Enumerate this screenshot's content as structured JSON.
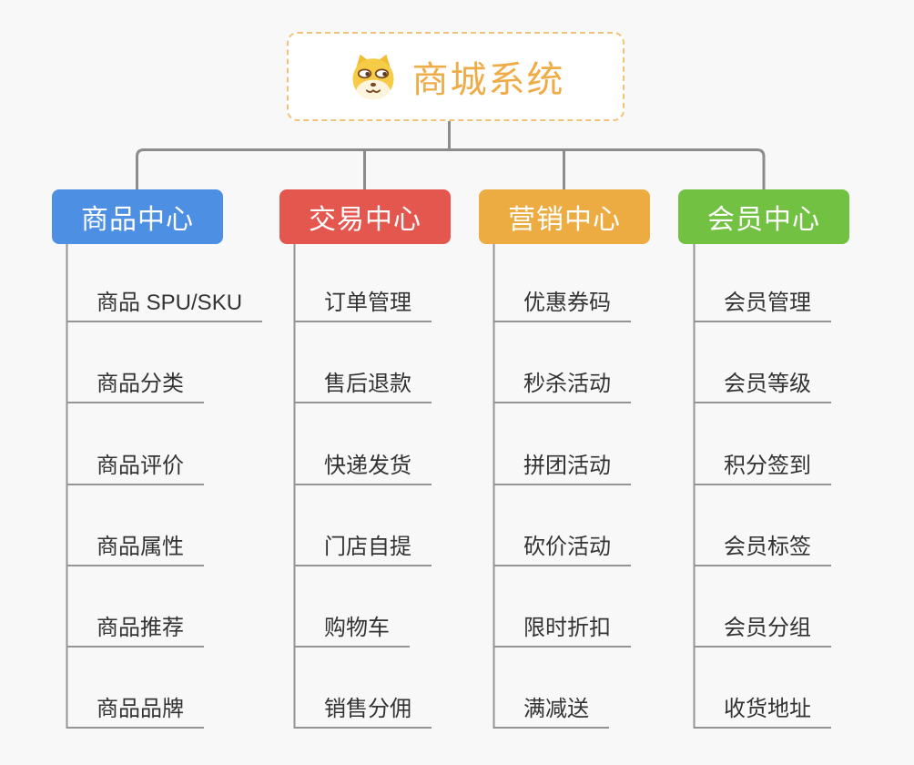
{
  "root": {
    "label": "商城系统",
    "icon": "dog-icon"
  },
  "branches": [
    {
      "label": "商品中心",
      "color": "#4D8FE2",
      "children": [
        "商品 SPU/SKU",
        "商品分类",
        "商品评价",
        "商品属性",
        "商品推荐",
        "商品品牌"
      ]
    },
    {
      "label": "交易中心",
      "color": "#E4574F",
      "children": [
        "订单管理",
        "售后退款",
        "快递发货",
        "门店自提",
        "购物车",
        "销售分佣"
      ]
    },
    {
      "label": "营销中心",
      "color": "#ECAC42",
      "children": [
        "优惠券码",
        "秒杀活动",
        "拼团活动",
        "砍价活动",
        "限时折扣",
        "满减送"
      ]
    },
    {
      "label": "会员中心",
      "color": "#72C142",
      "children": [
        "会员管理",
        "会员等级",
        "积分签到",
        "会员标签",
        "会员分组",
        "收货地址"
      ]
    }
  ],
  "colors": {
    "background": "#F8F8F8",
    "root_text": "#EFAB46",
    "root_border": "#F3C278",
    "connector": "#8C8C8C",
    "leaf_line": "#949494",
    "leaf_text": "#333333",
    "branch_text": "#FFFFFF"
  }
}
